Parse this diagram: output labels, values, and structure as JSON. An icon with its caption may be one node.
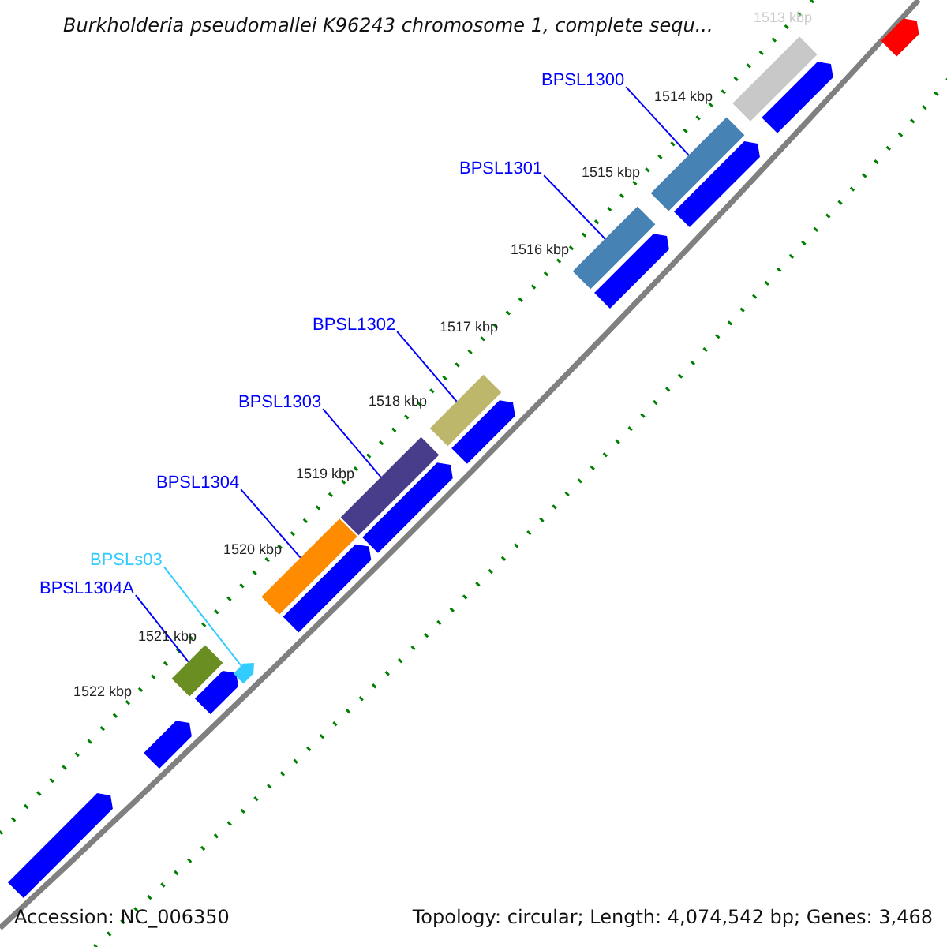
{
  "diagram": {
    "title": "Burkholderia pseudomallei K96243 chromosome 1, complete sequ...",
    "nodes": [
      {
        "text": [
          "BPSL1300"
        ]
      },
      {
        "text": [],
        "shape": "box"
      },
      {
        "text": [
          "BPSL1301"
        ]
      },
      {
        "text": [],
        "shape": "box"
      },
      {
        "text": [
          "BPSL1302"
        ]
      },
      {
        "text": [],
        "shape": "box"
      },
      {
        "text": [
          "BPSL1303"
        ]
      },
      {
        "text": [],
        "shape": "box"
      },
      {
        "text": [
          "BPSL1304"
        ]
      },
      {
        "text": [],
        "shape": "box"
      },
      {
        "text": [
          "BPSLs03"
        ]
      },
      {
        "text": [],
        "shape": "box"
      },
      {
        "text": [
          "BPSL1304A"
        ]
      },
      {
        "text": [],
        "shape": "box"
      }
    ],
    "edges": [
      {
        "from": 0,
        "to": 1,
        "arrow": "none"
      },
      {
        "from": 2,
        "to": 3,
        "arrow": "none"
      },
      {
        "from": 4,
        "to": 5,
        "arrow": "none"
      },
      {
        "from": 6,
        "to": 7,
        "arrow": "none"
      },
      {
        "from": 8,
        "to": 9,
        "arrow": "none"
      },
      {
        "from": 10,
        "to": 11,
        "arrow": "none",
        "color": "#33ccff"
      },
      {
        "from": 12,
        "to": 13,
        "arrow": "none"
      }
    ],
    "labels": [
      "1513 kbp",
      "1514 kbp",
      "1515 kbp",
      "1516 kbp",
      "1517 kbp",
      "1518 kbp",
      "1519 kbp",
      "1520 kbp",
      "1521 kbp",
      "1522 kbp",
      "Accession: NC_006350",
      "Topology: circular; Length: 4,074,542 bp; Genes: 3,468"
    ]
  }
}
